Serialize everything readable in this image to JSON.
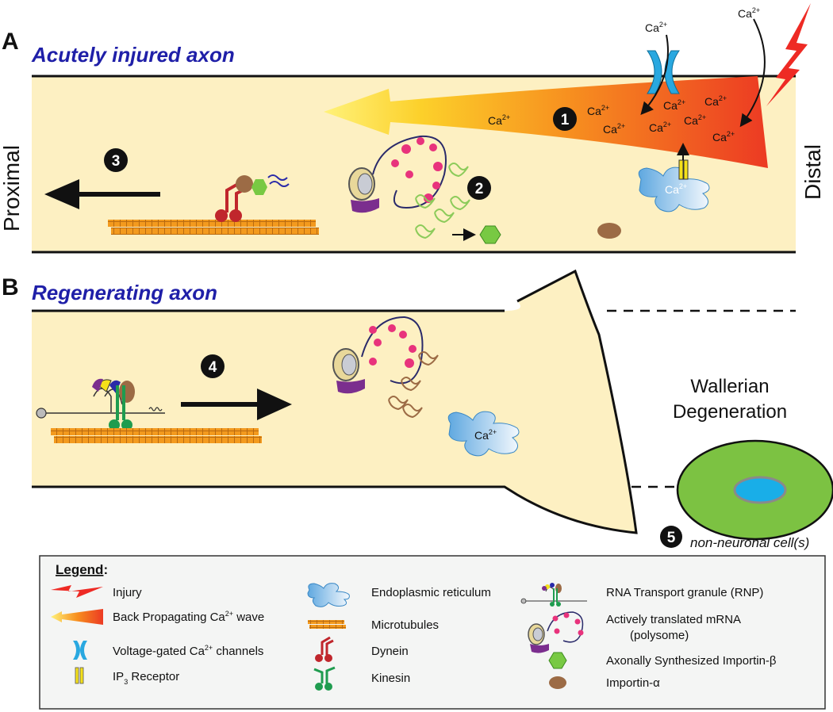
{
  "panel_a": {
    "letter": "A",
    "title": "Acutely injured axon",
    "proximal": "Proximal",
    "distal": "Distal",
    "ca_base": "Ca",
    "ca_charge": "2+",
    "steps": [
      "1",
      "2",
      "3"
    ]
  },
  "panel_b": {
    "letter": "B",
    "title": "Regenerating axon",
    "steps": [
      "4",
      "5"
    ],
    "er_label_base": "Ca",
    "er_label_charge": "2+",
    "wallerian_line1": "Wallerian",
    "wallerian_line2": "Degeneration",
    "non_neuronal": "non-neuronal cell(s)"
  },
  "legend": {
    "title": "Legend",
    "colon": ":",
    "injury": "Injury",
    "back_prop_before": "Back Propagating Ca",
    "back_prop_sup": "2+",
    "back_prop_after": " wave",
    "vgcc_before": "Voltage-gated Ca",
    "vgcc_sup": "2+",
    "vgcc_after": " channels",
    "ip3_before": "IP",
    "ip3_sub": "3",
    "ip3_after": " Receptor",
    "er": "Endoplasmic reticulum",
    "microtubules": "Microtubules",
    "dynein": "Dynein",
    "kinesin": "Kinesin",
    "rnp": "RNA Transport granule (RNP)",
    "polysome_line1": "Actively translated mRNA",
    "polysome_line2": "(polysome)",
    "importin_beta": "Axonally Synthesized Importin-β",
    "importin_alpha": "Importin-α"
  },
  "colors": {
    "axoplasm": "#fdf0c2",
    "title_blue": "#1f1fa8",
    "microtubule": "#f39a1e",
    "injury": "#ee2a24",
    "er_blue": "#7ab8e6",
    "dynein": "#c0262c",
    "kinesin": "#1f9c4f",
    "importin_beta": "#78c943",
    "importin_alpha": "#9c6b45",
    "ribosome": "#e8337c",
    "cell_green": "#7cc242",
    "nucleus_blue": "#19aee8"
  }
}
